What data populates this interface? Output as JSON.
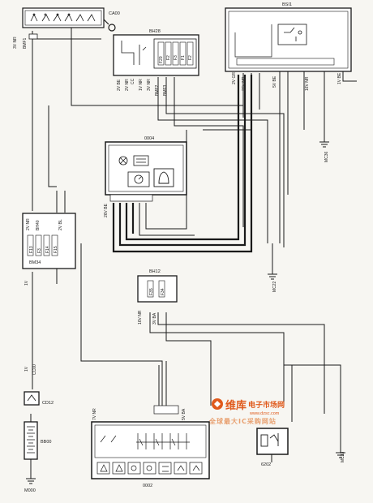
{
  "components": {
    "ca00": "CA00",
    "bsi1": "BSI1",
    "bh28": "BH28",
    "d004": "0004",
    "bh12": "BH12",
    "bm34": "BM34",
    "cd12": "CD12",
    "bb00": "BB00",
    "m000": "M000",
    "d002": "0002",
    "d202": "6202",
    "mc36": "MC36",
    "mc22": "MC22",
    "mc33": "MC33"
  },
  "connectors": {
    "ca00_conn": "3V NR",
    "bh28_left": "2V BE",
    "bh28_2v_nr": "2V NR",
    "bh28_cc": "CC",
    "bh28_1v": "1V NR",
    "bh28_3v": "3V NR",
    "bsi_2v": "2V GR",
    "bsi_26v": "26V NR",
    "bsi_16v": "16V NR",
    "bsi_5v": "5V BE",
    "bsi_1v": "1V BE",
    "d004_conn": "26V BE",
    "bm34_2v": "2V NR",
    "bm34_2v_bl": "2V BL",
    "bm34_1v": "1V",
    "bh12_conn": "16V NR",
    "bh12_3v": "3V BA",
    "cd12_1v": "1V",
    "d002_7v": "7V NR",
    "d002_5v": "5V BA"
  },
  "wires": {
    "bmf1": "BMF1",
    "bmf2": "BMF2",
    "bmf3": "BMF3",
    "bh40": "BH40",
    "mc36_wire": "MC36",
    "mc22_wire": "MC22",
    "mc33_wire": "MC33",
    "m000_wire": "M000",
    "cc00": "CC00"
  },
  "fuses": {
    "bh28_f": [
      "F29",
      "F2",
      "F3",
      "F1",
      "F2"
    ],
    "bm34_f": [
      "F13",
      "F3",
      "F14",
      "F15"
    ],
    "bh12_f": [
      "F35",
      "F34"
    ]
  },
  "watermark": {
    "cn_brand": "维库",
    "cn_title": "电子市场网",
    "site": "www.dzsc.com",
    "slogan": "全球最大IC采购网站"
  },
  "colors": {
    "ink": "#1a1a1a",
    "paper": "#f7f6f2",
    "watermark": "#e05a1c"
  }
}
